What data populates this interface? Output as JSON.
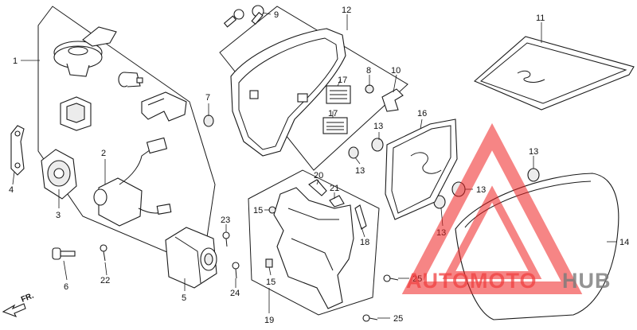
{
  "diagram": {
    "part_labels": [
      {
        "id": "1",
        "text": "1"
      },
      {
        "id": "2",
        "text": "2"
      },
      {
        "id": "3",
        "text": "3"
      },
      {
        "id": "4",
        "text": "4"
      },
      {
        "id": "5",
        "text": "5"
      },
      {
        "id": "6",
        "text": "6"
      },
      {
        "id": "7",
        "text": "7"
      },
      {
        "id": "8",
        "text": "8"
      },
      {
        "id": "9",
        "text": "9"
      },
      {
        "id": "10",
        "text": "10"
      },
      {
        "id": "11",
        "text": "11"
      },
      {
        "id": "12",
        "text": "12"
      },
      {
        "id": "13a",
        "text": "13"
      },
      {
        "id": "13b",
        "text": "13"
      },
      {
        "id": "13c",
        "text": "13"
      },
      {
        "id": "13d",
        "text": "13"
      },
      {
        "id": "13e",
        "text": "13"
      },
      {
        "id": "13f",
        "text": "13"
      },
      {
        "id": "14",
        "text": "14"
      },
      {
        "id": "15a",
        "text": "15"
      },
      {
        "id": "15b",
        "text": "15"
      },
      {
        "id": "16",
        "text": "16"
      },
      {
        "id": "17a",
        "text": "17"
      },
      {
        "id": "17b",
        "text": "17"
      },
      {
        "id": "18",
        "text": "18"
      },
      {
        "id": "19",
        "text": "19"
      },
      {
        "id": "20",
        "text": "20"
      },
      {
        "id": "21",
        "text": "21"
      },
      {
        "id": "22",
        "text": "22"
      },
      {
        "id": "23",
        "text": "23"
      },
      {
        "id": "24",
        "text": "24"
      },
      {
        "id": "25a",
        "text": "25"
      },
      {
        "id": "25b",
        "text": "25"
      }
    ],
    "direction_marker": "FR."
  },
  "watermark": {
    "text_red": "AUTOMOTO",
    "text_grey": "HUB",
    "color_red": "#ee2020",
    "color_grey": "#7a7a7a"
  }
}
